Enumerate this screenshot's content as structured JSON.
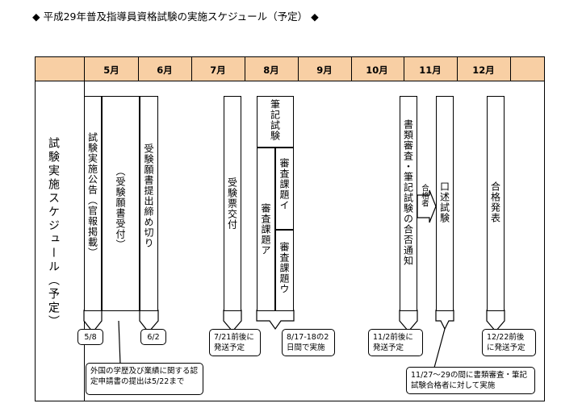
{
  "title": "◆ 平成29年普及指導員資格試験の実施スケジュール（予定） ◆",
  "sidebar_label": "試験実施スケジュール（予定）",
  "months": [
    "5月",
    "6月",
    "7月",
    "8月",
    "9月",
    "10月",
    "11月",
    "12月"
  ],
  "bars": {
    "announcement": "試験実施公告（官報掲載）",
    "acceptance": "（受験願書受付）",
    "deadline": "受験願書提出締め切り",
    "ticket": "受験票交付",
    "written": "筆記試験",
    "task_a": "審査課題ア",
    "task_i": "審査課題イ",
    "task_u": "審査課題ウ",
    "result_notice": "書類審査・筆記試験の合否通知",
    "passers": "合格者",
    "oral": "口述試験",
    "final": "合格発表"
  },
  "callouts": {
    "c_58": "5/8",
    "c_62": "6/2",
    "c_foreign": "外国の学歴及び業績に関する認定申請書の提出は5/22まで",
    "c_721": "7/21前後に発送予定",
    "c_817": "8/17-18の2日間で実施",
    "c_112": "11/2前後に発送予定",
    "c_1222": "12/22前後に発送予定",
    "c_1127": "11/27～29の間に書類審査・筆記試験合格者に対して実施"
  }
}
